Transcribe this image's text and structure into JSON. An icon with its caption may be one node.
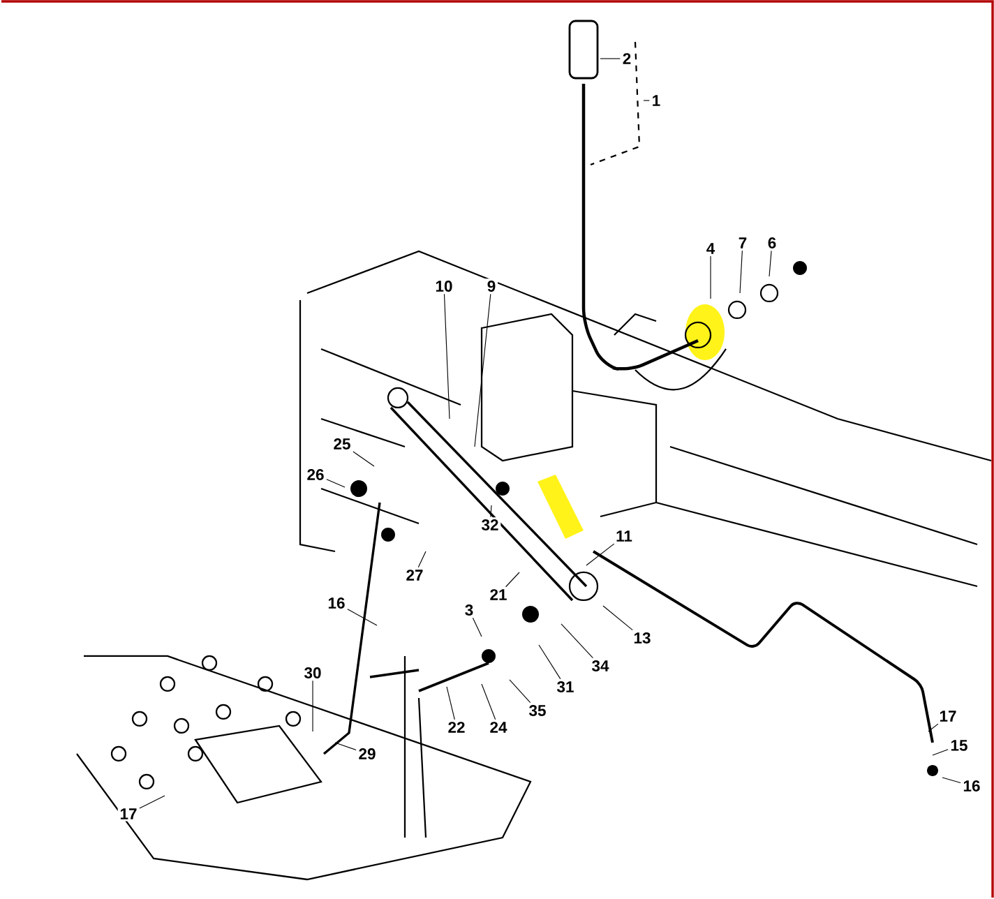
{
  "diagram": {
    "nodes": [
      {
        "text": [
          "2"
        ]
      },
      {
        "text": [
          "1"
        ]
      },
      {
        "text": [
          "4"
        ]
      },
      {
        "text": [
          "7"
        ]
      },
      {
        "text": [
          "6"
        ]
      },
      {
        "text": [
          "10"
        ]
      },
      {
        "text": [
          "9"
        ]
      },
      {
        "text": [
          "25"
        ]
      },
      {
        "text": [
          "26"
        ]
      },
      {
        "text": [
          "32"
        ]
      },
      {
        "text": [
          "11"
        ]
      },
      {
        "text": [
          "21"
        ]
      },
      {
        "text": [
          "13"
        ]
      },
      {
        "text": [
          "3"
        ]
      },
      {
        "text": [
          "34"
        ]
      },
      {
        "text": [
          "31"
        ]
      },
      {
        "text": [
          "35"
        ]
      },
      {
        "text": [
          "22"
        ]
      },
      {
        "text": [
          "24"
        ]
      },
      {
        "text": [
          "27"
        ]
      },
      {
        "text": [
          "16"
        ]
      },
      {
        "text": [
          "30"
        ]
      },
      {
        "text": [
          "29"
        ]
      },
      {
        "text": [
          "17"
        ]
      },
      {
        "text": [
          "17"
        ]
      },
      {
        "text": [
          "15"
        ]
      },
      {
        "text": [
          "16"
        ]
      }
    ],
    "edges": [
      {
        "from": 0,
        "to": null,
        "arrow": "none"
      },
      {
        "from": 1,
        "to": null,
        "arrow": "none"
      },
      {
        "from": 2,
        "to": null,
        "arrow": "none"
      },
      {
        "from": 3,
        "to": null,
        "arrow": "none"
      },
      {
        "from": 4,
        "to": null,
        "arrow": "none"
      },
      {
        "from": 5,
        "to": null,
        "arrow": "none"
      },
      {
        "from": 6,
        "to": null,
        "arrow": "none"
      },
      {
        "from": 7,
        "to": null,
        "arrow": "none"
      },
      {
        "from": 8,
        "to": null,
        "arrow": "none"
      },
      {
        "from": 9,
        "to": null,
        "arrow": "none"
      },
      {
        "from": 10,
        "to": null,
        "arrow": "none"
      },
      {
        "from": 11,
        "to": null,
        "arrow": "none"
      },
      {
        "from": 12,
        "to": null,
        "arrow": "none"
      },
      {
        "from": 13,
        "to": null,
        "arrow": "none"
      },
      {
        "from": 14,
        "to": null,
        "arrow": "none"
      },
      {
        "from": 15,
        "to": null,
        "arrow": "none"
      },
      {
        "from": 16,
        "to": null,
        "arrow": "none"
      },
      {
        "from": 17,
        "to": null,
        "arrow": "none"
      },
      {
        "from": 18,
        "to": null,
        "arrow": "none"
      },
      {
        "from": 19,
        "to": null,
        "arrow": "none"
      },
      {
        "from": 20,
        "to": null,
        "arrow": "none"
      },
      {
        "from": 21,
        "to": null,
        "arrow": "none"
      },
      {
        "from": 22,
        "to": null,
        "arrow": "none"
      },
      {
        "from": 23,
        "to": null,
        "arrow": "none"
      },
      {
        "from": 24,
        "to": null,
        "arrow": "none"
      },
      {
        "from": 25,
        "to": null,
        "arrow": "none"
      },
      {
        "from": 26,
        "to": null,
        "arrow": "none"
      }
    ]
  }
}
